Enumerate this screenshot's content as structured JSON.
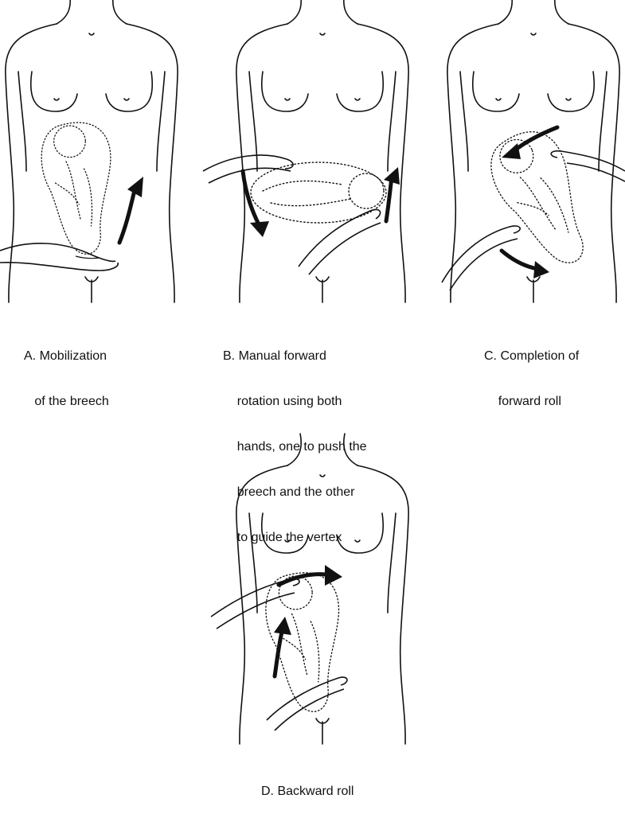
{
  "panels": [
    {
      "id": "A",
      "caption_lines": [
        "A. Mobilization",
        "   of the breech"
      ]
    },
    {
      "id": "B",
      "caption_lines": [
        "B. Manual forward",
        "    rotation using both",
        "    hands, one to push the",
        "    breech and the other",
        "    to guide the vertex"
      ]
    },
    {
      "id": "C",
      "caption_lines": [
        "C. Completion of",
        "    forward roll"
      ]
    },
    {
      "id": "D",
      "caption_lines": [
        "D. Backward roll"
      ]
    }
  ],
  "colors": {
    "line": "#111111",
    "background": "#ffffff"
  }
}
